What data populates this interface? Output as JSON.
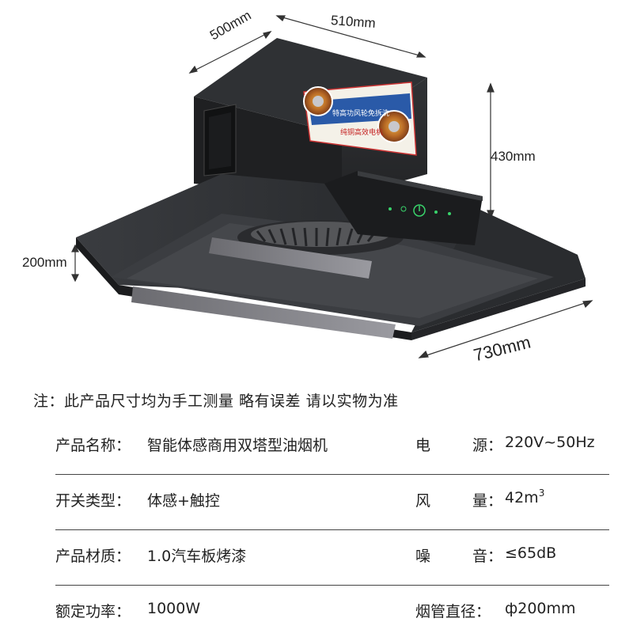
{
  "dimensions": {
    "width": "510mm",
    "depth": "500mm",
    "height_top": "430mm",
    "height_bottom": "200mm",
    "length": "730mm"
  },
  "badge": {
    "line1": "特高功风轮免拆洗",
    "line2": "纯铜高效电机"
  },
  "note": "注：此产品尺寸均为手工测量 略有误差 请以实物为准",
  "specs": [
    {
      "left_label": "产品名称：",
      "left_value": "智能体感商用双塔型油烟机",
      "right_label_a": "电",
      "right_label_b": "源：",
      "right_value": "220V~50Hz"
    },
    {
      "left_label": "开关类型：",
      "left_value": "体感+触控",
      "right_label_a": "风",
      "right_label_b": "量：",
      "right_value": "42m",
      "right_value_sup": "3"
    },
    {
      "left_label": "产品材质：",
      "left_value": "1.0汽车板烤漆",
      "right_label_a": "噪",
      "right_label_b": "音：",
      "right_value": "≤65dB"
    },
    {
      "left_label": "额定功率：",
      "left_value": "1000W",
      "right_label_a": "烟管直径：",
      "right_label_b": "",
      "right_value": "ф200mm"
    }
  ],
  "colors": {
    "hood_body": "#2b2d30",
    "hood_dark": "#1d1e20",
    "accent_green": "#39d36b"
  }
}
